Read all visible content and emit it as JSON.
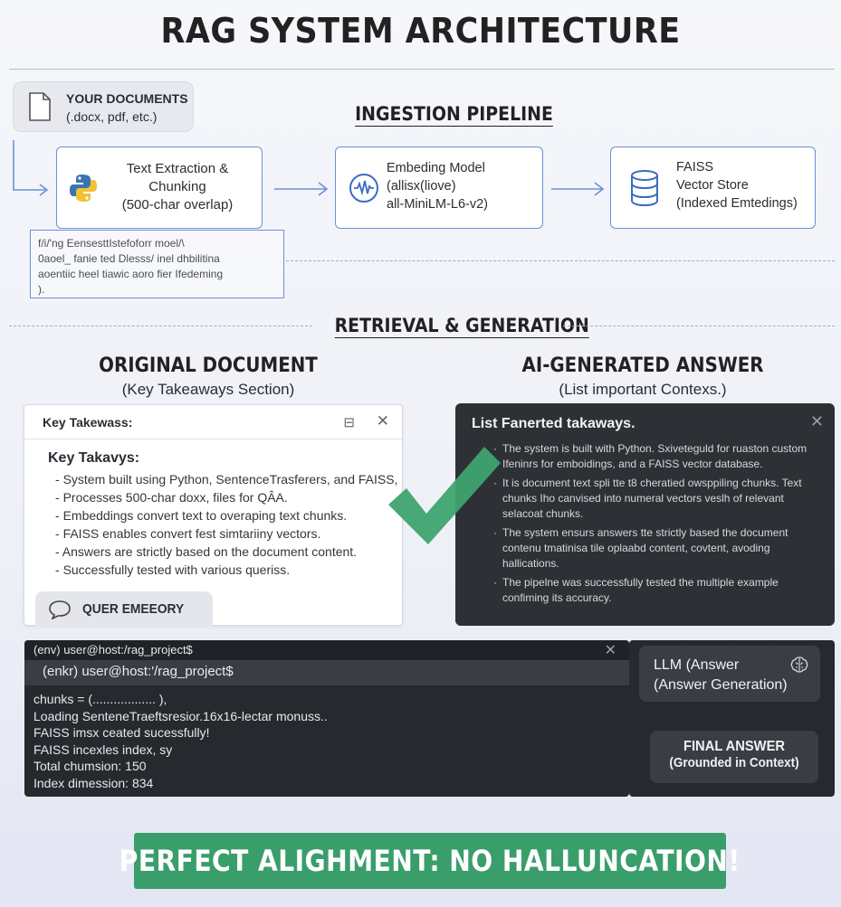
{
  "title": "RAG SYSTEM ARCHITECTURE",
  "documents": {
    "label": "YOUR DOCUMENTS",
    "formats": "(.docx, pdf, etc.)"
  },
  "ingestion": {
    "heading": "INGESTION PIPELINE",
    "extraction": [
      "Text Extraction &",
      "Chunking",
      "(500-char overlap)"
    ],
    "embedding": [
      "Embeding Model",
      "(allisx(liove)",
      "all-MiniLM-L6-v2)"
    ],
    "faiss": [
      "FAISS",
      "Vector Store",
      "(Indexed Emtedings)"
    ],
    "ocr_lines": [
      "f/i/'ng EensesttIstefoforr moel/\\",
      "0aoel_ fanie ted Dlesss/ inel dhbilitina",
      "aoentiic heel tiawic aoro fier Ifedeming",
      ")."
    ]
  },
  "retrieval": {
    "heading": "RETRIEVAL & GENERATION"
  },
  "original": {
    "heading": "ORIGINAL DOCUMENT",
    "subheading": "(Key Takeaways Section)",
    "window_title": "Key Takewass:",
    "minimize_glyph": "⊟",
    "close_glyph": "✕",
    "section_title": "Key Takavys:",
    "items": [
      "System built using Python, SentenceTrasferers, and FAISS,",
      "Processes 500-char  doxx, files for QÂA.",
      "Embeddings convert text to overaping text chunks.",
      "FAISS enables convert fest simtariiny vectors.",
      "Answers are strictly based on the document content.",
      "Successfully tested with various queriss."
    ],
    "query_button": "QUER EMEEORY"
  },
  "answer": {
    "heading": "AI-GENERATED ANSWER",
    "subheading": "(List important Contexs.)",
    "window_title": "List Fanerted takaways.",
    "close_glyph": "✕",
    "items": [
      "The system is built with Python. Sxiveteguld for ruaston custom Ifeninrs for emboidings, and a FAISS vector database.",
      "It is document text spli  tte t8 cheratied owsppiling chunks. Text chunks Iho canvised into numeral vectors veslh of relevant selacoat chunks.",
      "The system ensurs answers tte strictly based the document contenu tmatinisa tile oplaabd content, covtent, avoding hallications.",
      "The pipelne was successfully tested the multiple example confiming its accuracy."
    ]
  },
  "terminal": {
    "title": "(env) user@host:/rag_project$",
    "close_glyph": "✕",
    "prompt": "(enkr)  user@host:'/rag_project$",
    "lines": [
      "chunks = (.................. ),",
      "Loading SenteneTraeftsresior.16x16-lectar monuss..",
      "FAISS imsx ceated sucessfully!",
      "FAISS incexles index, sy",
      "Total chumsion: 150",
      "Index dimession: 834"
    ]
  },
  "llm": {
    "line1": "LLM (Answer",
    "line2": "(Answer Generation)"
  },
  "final": {
    "line1": "FINAL ANSWER",
    "line2": "(Grounded in Context)"
  },
  "banner": "PERFECT ALIGHMENT: NO HALLUNCATION!",
  "colors": {
    "accent_blue": "#6a90d6",
    "check_green": "#3ea36f",
    "banner_green": "#3a9e6b",
    "dark_panel": "#2d3035"
  }
}
